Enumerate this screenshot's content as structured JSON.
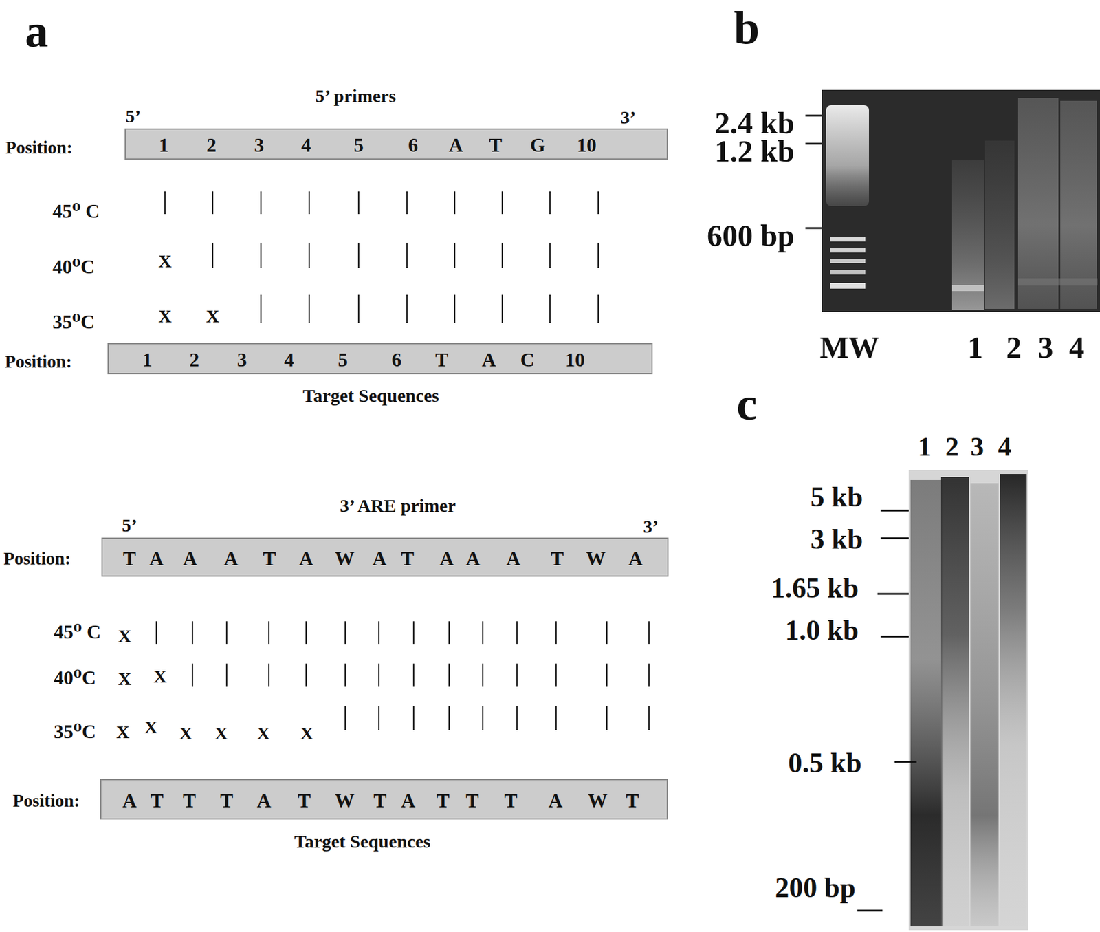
{
  "diagram": {
    "nodes": [
      {
        "text": [
          "5’ primers",
          "1",
          "2",
          "3",
          "4",
          "5",
          "6",
          "A",
          "T",
          "G",
          "10"
        ]
      },
      {
        "text": [
          "1",
          "2",
          "3",
          "4",
          "5",
          "6",
          "T",
          "A",
          "C",
          "10",
          "Target Sequences"
        ]
      },
      {
        "text": [
          "3’ ARE primer",
          "T",
          "A",
          "A",
          "A",
          "T",
          "A",
          "W",
          "A",
          "T",
          "A",
          "A",
          "A",
          "T",
          "W",
          "A"
        ]
      },
      {
        "text": [
          "A",
          "T",
          "T",
          "T",
          "A",
          "T",
          "W",
          "T",
          "A",
          "T",
          "T",
          "T",
          "A",
          "W",
          "T",
          "Target Sequences"
        ]
      }
    ],
    "labels": [
      "a",
      "5’",
      "3’",
      "Position:",
      "45⁰ C",
      "40⁰C",
      "X",
      "35⁰C",
      "X",
      "X",
      "Position:",
      "5’",
      "3’",
      "Position:",
      "45⁰ C",
      "X",
      "40⁰C",
      "X",
      "X",
      "35⁰C",
      "X",
      "X",
      "X",
      "X",
      "X",
      "X",
      "Position:",
      "b",
      "2.4 kb",
      "1.2 kb",
      "600 bp",
      "MW",
      "1",
      "2",
      "3",
      "4",
      "c",
      "1",
      "2",
      "3",
      "4",
      "5 kb",
      "3 kb",
      "1.65 kb",
      "1.0 kb",
      "0.5 kb",
      "200 bp"
    ]
  }
}
